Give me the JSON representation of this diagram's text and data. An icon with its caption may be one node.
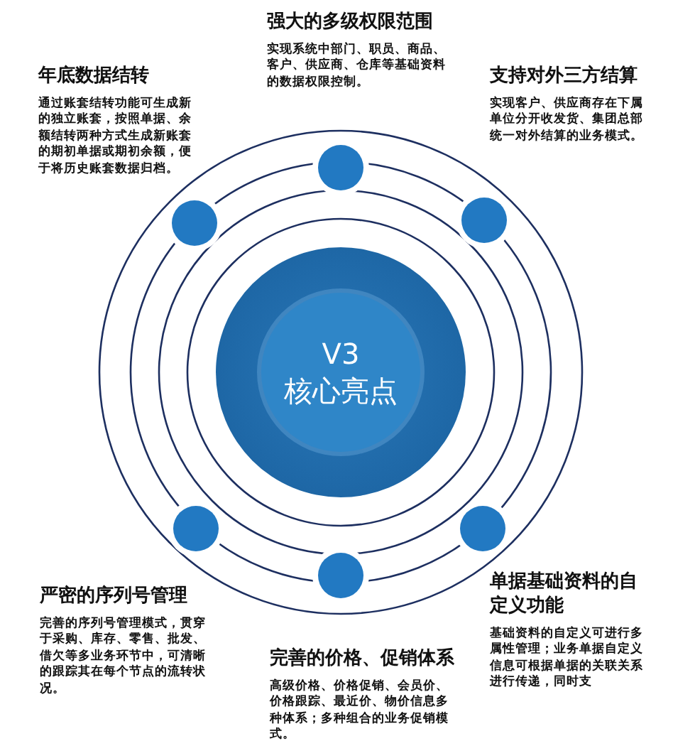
{
  "diagram": {
    "nodes": [
      {
        "text": [],
        "shape": "circle",
        "beside": [
          "强大的多级权限范围",
          "实现系统中部门、职员、商品、客户、供应商、仓库等基础资料的数据权限控制。"
        ]
      },
      {
        "text": [],
        "shape": "circle",
        "beside": [
          "年底数据结转",
          "通过账套结转功能可生成新的独立账套，按照单据、余额结转两种方式生成新账套的期初单据或期初余额，便于将历史账套数据归档。"
        ]
      },
      {
        "text": [],
        "shape": "circle",
        "beside": [
          "支持对外三方结算",
          "实现客户、供应商存在下属单位分开收发货、集团总部统一对外结算的业务模式。"
        ]
      },
      {
        "text": [
          "V3 核心亮点"
        ]
      },
      {
        "text": [],
        "shape": "circle",
        "beside": [
          "严密的序列号管理",
          "完善的序列号管理模式，贯穿于采购、库存、零售、批发、借欠等多业务环节中，可清晰的跟踪其在每个节点的流转状况。"
        ]
      },
      {
        "text": [],
        "shape": "circle",
        "beside": [
          "单据基础资料的自定义功能",
          "基础资料的自定义可进行多属性管理；业务单据自定义信息可根据单据的关联关系进行传递，同时支"
        ]
      },
      {
        "text": [],
        "shape": "circle",
        "beside": [
          "完善的价格、促销体系",
          "高级价格、价格促销、会员价、价格跟踪、最近价、物价信息多种体系；多种组合的业务促销模式。"
        ]
      }
    ]
  }
}
